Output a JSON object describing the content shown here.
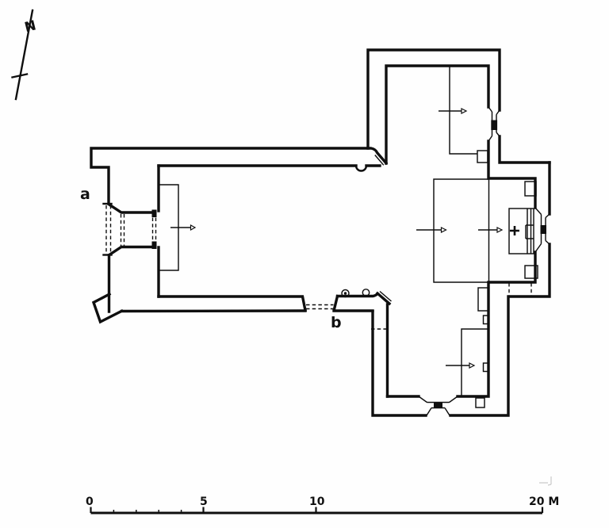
{
  "plan": {
    "description": "church floor plan line drawing",
    "labels": {
      "entrance_west": "a",
      "entrance_south": "b",
      "altar_cross": "+"
    },
    "north_arrow": {
      "letter": "N"
    },
    "scale_bar": {
      "tick_labels": [
        "0",
        "5",
        "10",
        "20 M"
      ]
    },
    "colors": {
      "ink": "#0f0f0f",
      "paper": "#fefefe"
    }
  }
}
